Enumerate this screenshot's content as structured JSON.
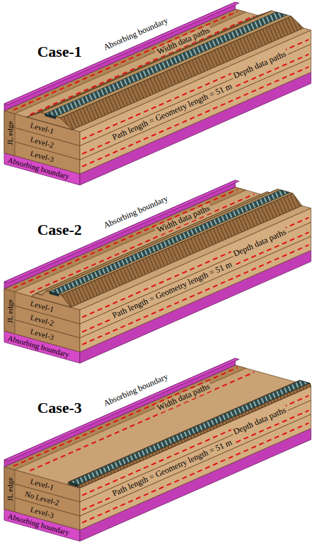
{
  "diagram": {
    "labels": [
      "Case-1",
      "Absorbing boundary",
      "Width data paths",
      "Depth data paths",
      "JL edge",
      "Level-1",
      "Level-2",
      "Level-3",
      "Path length = Geometry length = 51 m",
      "Absorbing boundary",
      "Case-2",
      "Absorbing boundary",
      "Width data paths",
      "Depth data paths",
      "JL edge",
      "Level-1",
      "Level-2",
      "Level-3",
      "Path length = Geometry length = 51 m",
      "Absorbing boundary",
      "Case-3",
      "Absorbing boundary",
      "Width data paths",
      "Depth data paths",
      "JL edge",
      "Level-1",
      "No Level-2",
      "Level-3",
      "Path length = Geometry length = 51 m",
      "Absorbing boundary"
    ]
  }
}
